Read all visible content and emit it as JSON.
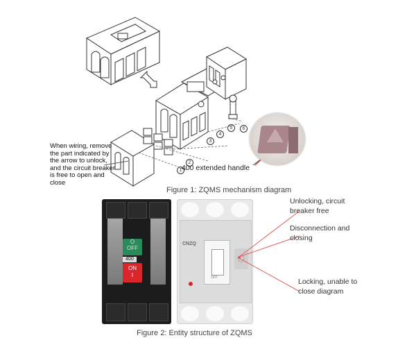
{
  "top_figure": {
    "caption": "Figure 1: ZQMS mechanism diagram",
    "wiring_note": "When wiring, remove\nthe part indicated by\nthe arrow to unlock,\nand the circuit breaker\nis free to open and\nclose",
    "handle_label": "400 extended handle",
    "part_numbers": [
      "1",
      "2",
      "3",
      "4",
      "5",
      "6"
    ]
  },
  "bottom_figure": {
    "caption": "Figure 2:  Entity  structure  of ZQMS",
    "product_text": {
      "button_on": "ON",
      "button_on_sub": "I",
      "button_off": "OFF",
      "button_off_sub": "O",
      "rating": "400",
      "brand": "CNZQ",
      "toggle_mark": "OFF"
    },
    "callouts": [
      "Unlocking, circuit\nbreaker free",
      "Disconnection and\nclosing",
      "Locking, unable to\nclose  diagram"
    ]
  },
  "colors": {
    "callout_line": "#e06060",
    "button_red": "#d8262c",
    "button_green": "#2b8a5a",
    "breaker_black": "#1c1c1c",
    "breaker_grey": "#e6e6e6"
  }
}
